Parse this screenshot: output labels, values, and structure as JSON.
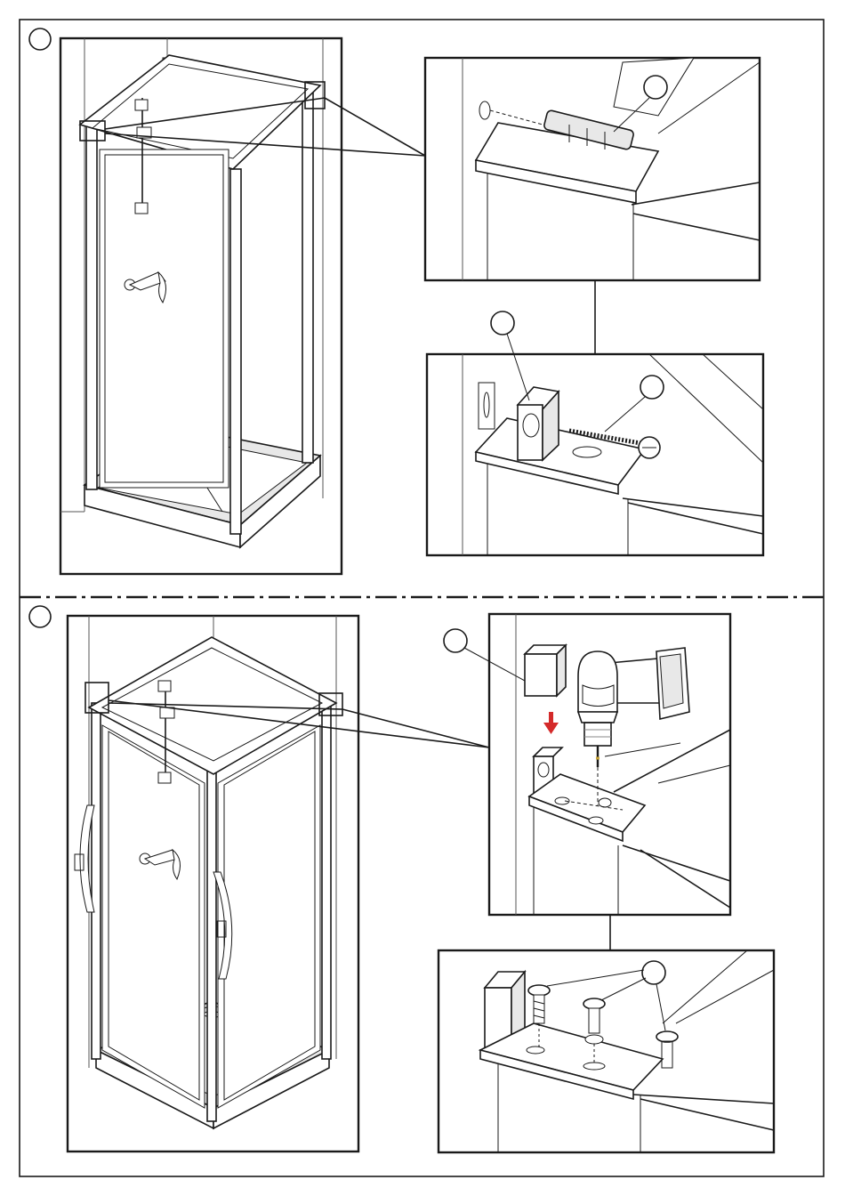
{
  "page": {
    "title": "",
    "accent_colors": {
      "line": "#1a1a1a",
      "arrow": "#d42a2a",
      "drain": "#c9a63a"
    }
  },
  "steps": [
    {
      "number": "",
      "marker_icon": "circle-step-marker"
    },
    {
      "number": "",
      "marker_icon": "circle-step-marker"
    }
  ],
  "callouts": {
    "step1_top_detail": "",
    "step1_bottom_detail_bracket": "",
    "step1_bottom_detail_screw": "",
    "step2_top_detail_cap": "",
    "step2_bottom_detail_screws": ""
  },
  "icons": {
    "separator": "dash-dot-separator-line",
    "drill": "cordless-drill-icon",
    "arrow": "red-down-arrow-icon"
  }
}
